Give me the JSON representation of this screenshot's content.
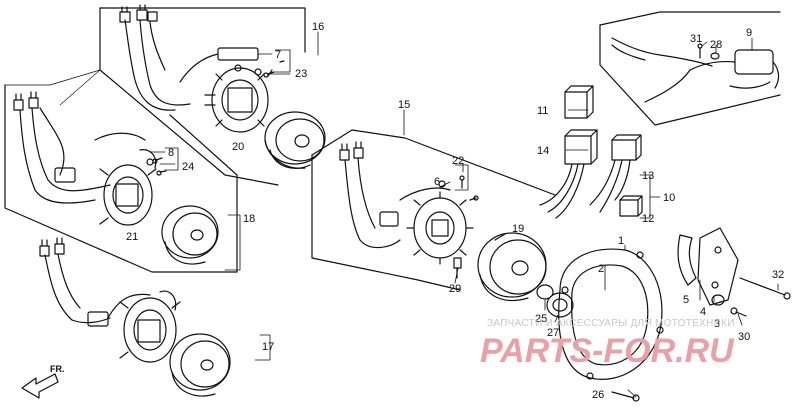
{
  "diagram": {
    "callouts": {
      "c1": "1",
      "c2": "2",
      "c3": "3",
      "c4": "4",
      "c5": "5",
      "c6": "6",
      "c7": "7",
      "c8": "8",
      "c9": "9",
      "c10": "10",
      "c11": "11",
      "c12": "12",
      "c13": "13",
      "c14": "14",
      "c15": "15",
      "c16": "16",
      "c17": "17",
      "c18": "18",
      "c19": "19",
      "c20": "20",
      "c21": "21",
      "c22": "22",
      "c23": "23",
      "c24": "24",
      "c25": "25",
      "c26": "26",
      "c27": "27",
      "c28": "28",
      "c29": "29",
      "c30": "30",
      "c31": "31",
      "c32": "32"
    },
    "direction_label": "FR.",
    "watermark": {
      "tagline": "ЗАПЧАСТИ И АКСЕССУАРЫ ДЛЯ МОТОТЕХНИКИ",
      "brand": "PARTS-FOR.RU"
    }
  }
}
